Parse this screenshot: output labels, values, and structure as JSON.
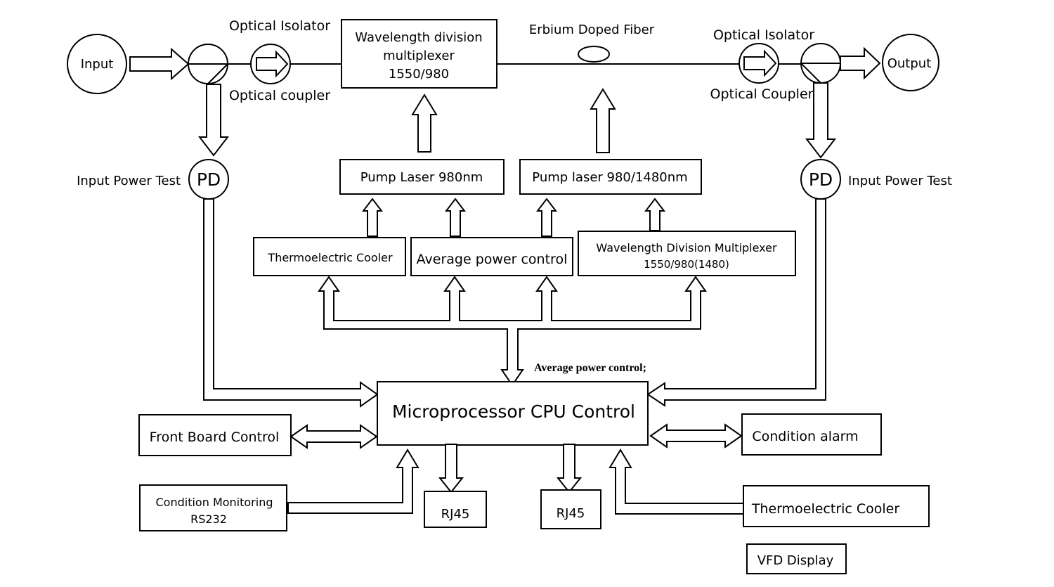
{
  "nodes": {
    "input": "Input",
    "output": "Output",
    "isolator_left": "Optical Isolator",
    "coupler_left": "Optical coupler",
    "wdm_top": [
      "Wavelength division",
      "multiplexer",
      "1550/980"
    ],
    "erbium_fiber": "Erbium Doped Fiber",
    "isolator_right": "Optical Isolator",
    "coupler_right": "Optical Coupler",
    "pd_left": "PD",
    "pd_right": "PD",
    "input_power_test_left": "Input Power Test",
    "input_power_test_right": "Input Power Test",
    "pump_980": "Pump Laser 980nm",
    "pump_980_1480": "Pump laser 980/1480nm",
    "tec_top": "Thermoelectric Cooler",
    "avg_power_box": "Average power control",
    "wdm_bottom": [
      "Wavelength Division Multiplexer",
      "1550/980(1480)"
    ],
    "avg_power_note": "Average power control;",
    "cpu": "Microprocessor CPU Control",
    "front_board": "Front Board Control",
    "condition_alarm": "Condition alarm",
    "condition_monitoring": [
      "Condition Monitoring",
      "RS232"
    ],
    "rj45_left": "RJ45",
    "rj45_right": "RJ45",
    "tec_bottom": "Thermoelectric Cooler",
    "vfd_display": "VFD Display"
  }
}
